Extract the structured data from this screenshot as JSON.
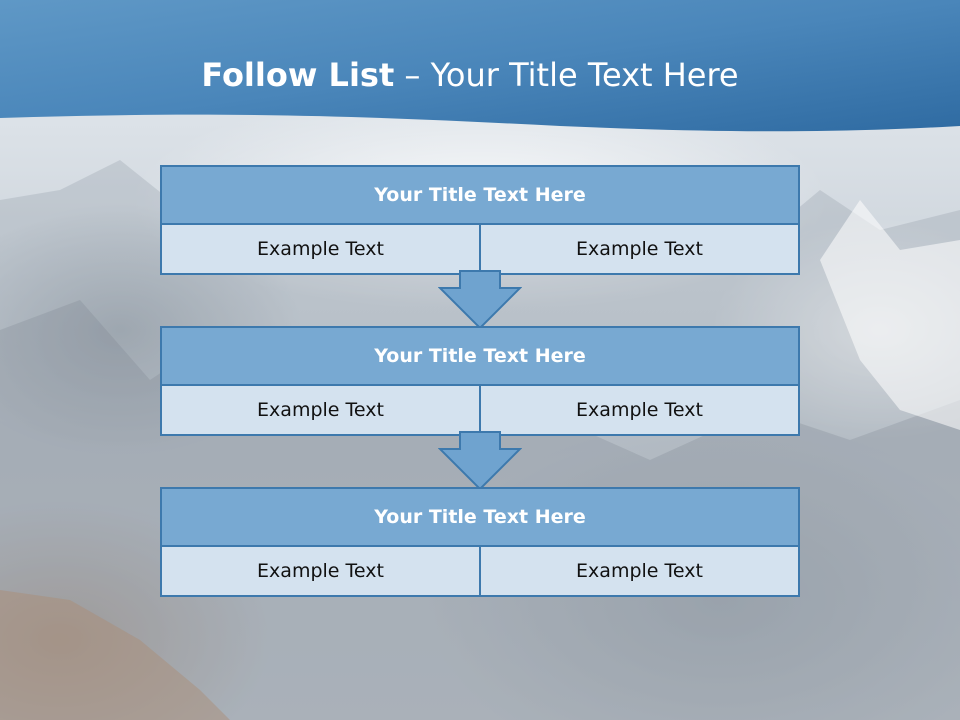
{
  "slide": {
    "title_bold": "Follow List",
    "title_rest": "– Your Title Text Here"
  },
  "steps": [
    {
      "title": "Your Title Text Here",
      "left": "Example Text",
      "right": "Example Text"
    },
    {
      "title": "Your Title Text Here",
      "left": "Example Text",
      "right": "Example Text"
    },
    {
      "title": "Your Title Text Here",
      "left": "Example Text",
      "right": "Example Text"
    }
  ],
  "colors": {
    "header_blue": "#3a77ad",
    "box_border": "#3d79ad",
    "box_header": "#78a9d2",
    "box_cell": "#d4e2ef",
    "arrow_fill": "#6fa3cf"
  }
}
